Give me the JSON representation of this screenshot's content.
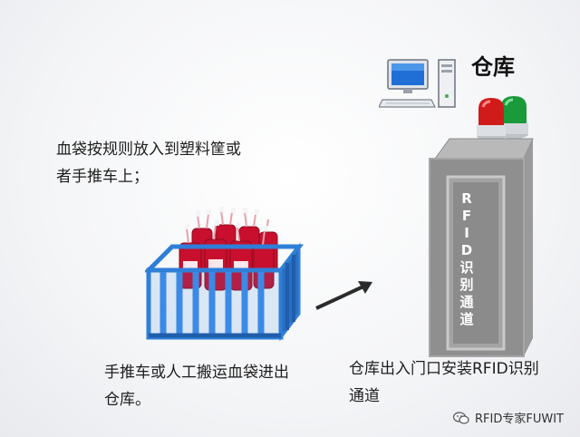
{
  "title": "仓库",
  "instructions": {
    "step1_line1": "血袋按规则放入到塑料筐或",
    "step1_line2": "者手推车上；",
    "step2_line1": "手推车或人工搬运血袋进出",
    "step2_line2": "仓库。",
    "step3_line1": "仓库出入门口安装RFID识别",
    "step3_line2": "通道"
  },
  "tower": {
    "label_chars": [
      "R",
      "F",
      "I",
      "D",
      "识",
      "别",
      "通",
      "道"
    ]
  },
  "watermark": "RFID专家FUWIT",
  "colors": {
    "crate_blue": "#2f7fd8",
    "blood_red": "#c8102e",
    "tower_gray": "#8f8f8f",
    "beacon_red": "#d11a1a",
    "beacon_green": "#1a9a3a",
    "arrow": "#2b2b2b"
  },
  "icons": [
    "computer-icon",
    "beacon-light-icon",
    "crate-icon",
    "arrow-icon",
    "wechat-icon"
  ]
}
